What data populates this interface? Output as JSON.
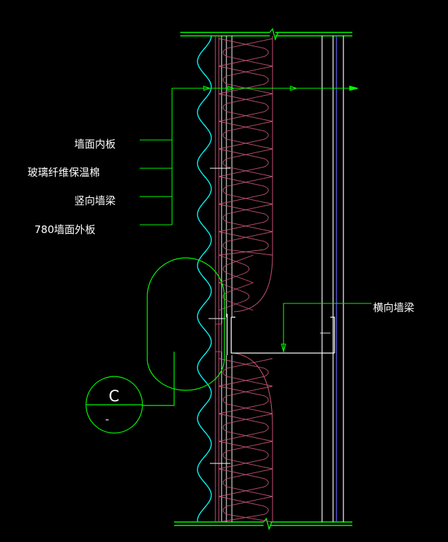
{
  "labels": {
    "inner_panel": "墙面内板",
    "glass_wool": "玻璃纤维保温棉",
    "vertical_girt": "竖向墙梁",
    "outer_panel": "780墙面外板",
    "horizontal_girt": "横向墙梁"
  },
  "detail_marker": {
    "letter": "C",
    "sub": "-"
  },
  "colors": {
    "leader": "#00ff00",
    "corrugated_panel": "#00ffff",
    "insulation": "#cc5577",
    "structure": "#ffffff",
    "column_inner": "#6666ff",
    "background": "#000000"
  }
}
